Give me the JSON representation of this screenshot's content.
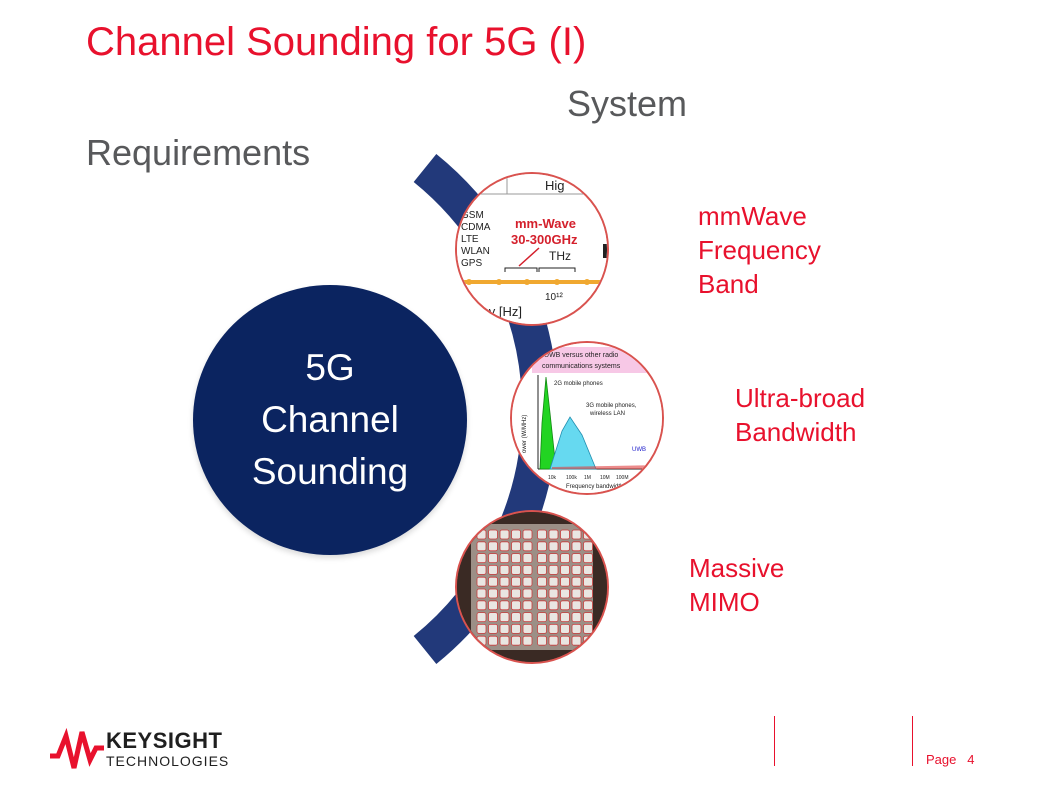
{
  "slide": {
    "title": "Channel Sounding for 5G (I)",
    "subtitle_line1": "System",
    "subtitle_line2": "Requirements",
    "center": {
      "line1": "5G",
      "line2": "Channel",
      "line3": "Sounding"
    },
    "items": [
      {
        "line1": "mmWave",
        "line2": "Frequency",
        "line3": "Band"
      },
      {
        "line1": "Ultra-broad",
        "line2": "Bandwidth"
      },
      {
        "line1": "Massive",
        "line2": "MIMO"
      }
    ],
    "thumb_mmwave": {
      "header": "Hig",
      "bands": [
        "GSM",
        "CDMA",
        "LTE",
        "WLAN",
        "GPS"
      ],
      "label1": "mm-Wave",
      "label2": "30-300GHz",
      "thz": "THz",
      "axis": "ncy [Hz]",
      "exp": "10¹²"
    },
    "thumb_uwb": {
      "title1": "UWB versus other radio",
      "title2": "communications systems",
      "label_2g": "2G mobile phones",
      "label_3g1": "3G mobile phones,",
      "label_3g2": "wireless LAN",
      "label_uwb": "UWB",
      "xlabel": "Frequency bandwidth",
      "ylabel": "ower (W/MHz)",
      "xticks": [
        "10k",
        "100k",
        "1M",
        "10M",
        "100M"
      ]
    },
    "colors": {
      "accent": "#e8112d",
      "navy": "#0b2460",
      "arc": "#22397a"
    }
  },
  "footer": {
    "logo_line1": "KEYSIGHT",
    "logo_line2": "TECHNOLOGIES",
    "page_label": "Page",
    "page_number": "4"
  }
}
